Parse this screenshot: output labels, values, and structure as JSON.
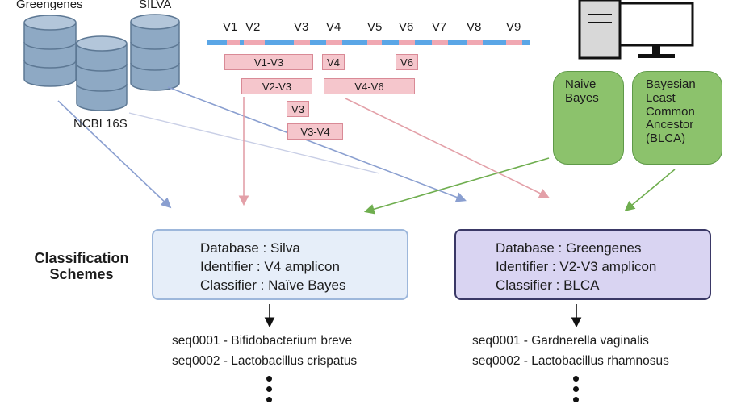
{
  "databases": {
    "greengenes": "Greengenes",
    "silva": "SILVA",
    "ncbi": "NCBI 16S"
  },
  "regions": [
    "V1",
    "V2",
    "V3",
    "V4",
    "V5",
    "V6",
    "V7",
    "V8",
    "V9"
  ],
  "fragments": [
    "V1-V3",
    "V4",
    "V6",
    "V2-V3",
    "V4-V6",
    "V3",
    "V3-V4"
  ],
  "classifiers": {
    "naive_bayes": "Naive Bayes",
    "blca_line1": "Bayesian",
    "blca_line2": "Least",
    "blca_line3": "Common",
    "blca_line4": "Ancestor",
    "blca_line5": "(BLCA)"
  },
  "section_title_line1": "Classification",
  "section_title_line2": "Schemes",
  "scheme_left": {
    "database": "Database : Silva",
    "identifier": "Identifier : V4 amplicon",
    "classifier": "Classifier : Naïve Bayes"
  },
  "scheme_right": {
    "database": "Database : Greengenes",
    "identifier": "Identifier : V2-V3 amplicon",
    "classifier": "Classifier : BLCA"
  },
  "results_left": [
    "seq0001 - Bifidobacterium breve",
    "seq0002 - Lactobacillus crispatus"
  ],
  "results_right": [
    "seq0001 - Gardnerella vaginalis",
    "seq0002 - Lactobacillus rhamnosus"
  ],
  "colors": {
    "db_cylinder": "#8ea9c4",
    "gene_bar": "#5aa6e6",
    "region_highlight": "#f0a8b2",
    "fragment_fill": "#f5c6cc",
    "classifier_fill": "#8cc26c",
    "scheme_left_fill": "#e6eef9",
    "scheme_right_fill": "#d9d4f2",
    "arrow_blue": "#8a9fd0",
    "arrow_pink": "#e3a0a8",
    "arrow_green": "#6fae4f"
  }
}
